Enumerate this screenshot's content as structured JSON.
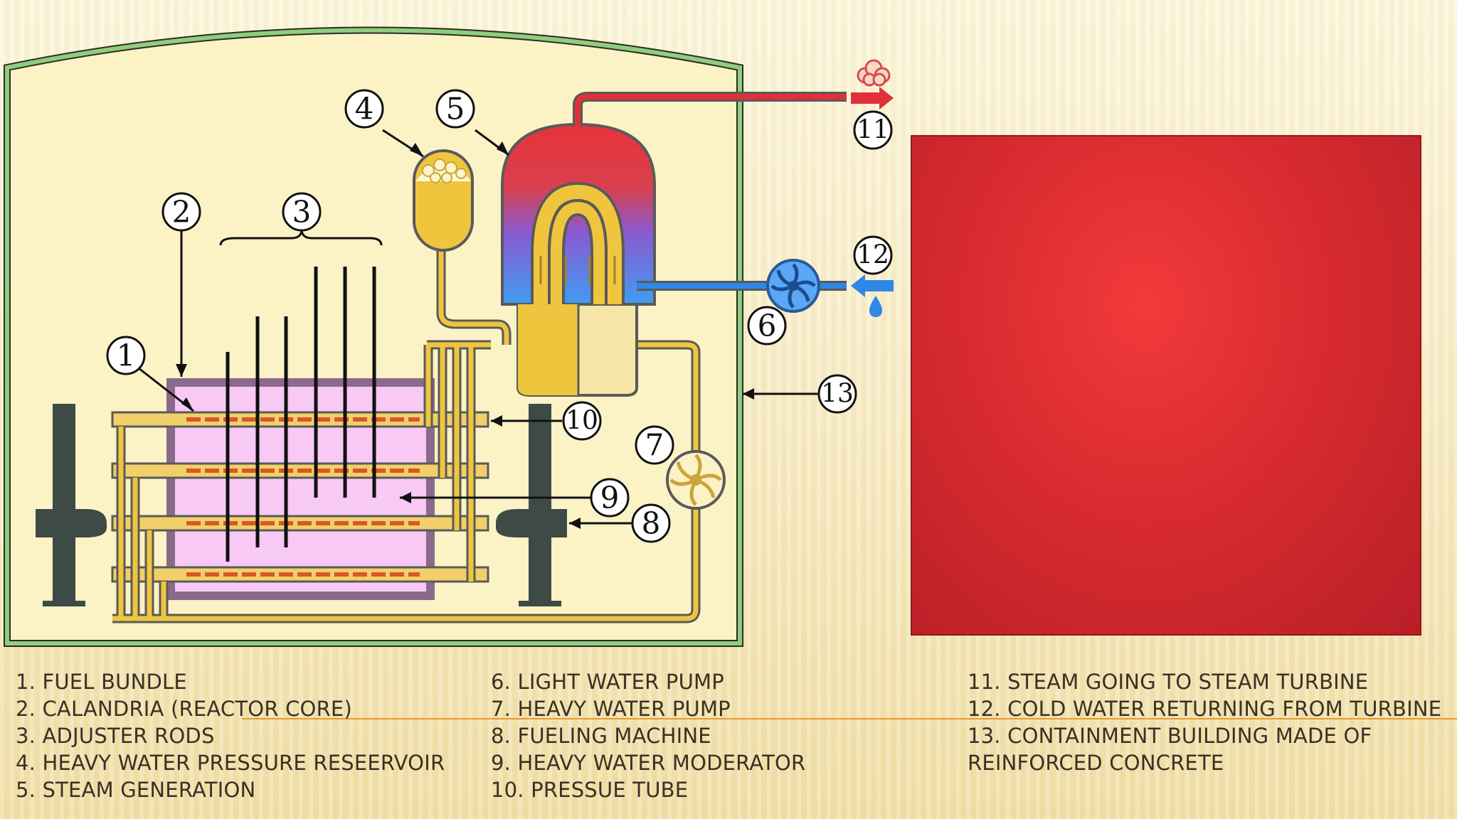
{
  "diagram": {
    "callouts": [
      "1",
      "2",
      "3",
      "4",
      "5",
      "6",
      "7",
      "8",
      "9",
      "10",
      "11",
      "12",
      "13"
    ]
  },
  "legend": {
    "col1": [
      "1. FUEL BUNDLE",
      "2. CALANDRIA (REACTOR CORE)",
      "3. ADJUSTER RODS",
      "4. HEAVY WATER PRESSURE RESEERVOIR",
      "5. STEAM GENERATION"
    ],
    "col2": [
      "6. LIGHT WATER PUMP",
      "7. HEAVY WATER PUMP",
      "8. FUELING MACHINE",
      "9. HEAVY WATER MODERATOR",
      "10. PRESSUE TUBE"
    ],
    "col3": [
      "11. STEAM GOING TO STEAM TURBINE",
      "12. COLD WATER RETURNING FROM TURBINE",
      "13. CONTAINMENT BUILDING MADE OF",
      "REINFORCED CONCRETE"
    ]
  },
  "colors": {
    "containment": "#8fce7a",
    "steam": "#e0303a",
    "cold_water": "#2f88e8",
    "heavy_water": "#f0c53e",
    "calandria": "#f7c9f4",
    "red_panel": "#d82b30"
  }
}
